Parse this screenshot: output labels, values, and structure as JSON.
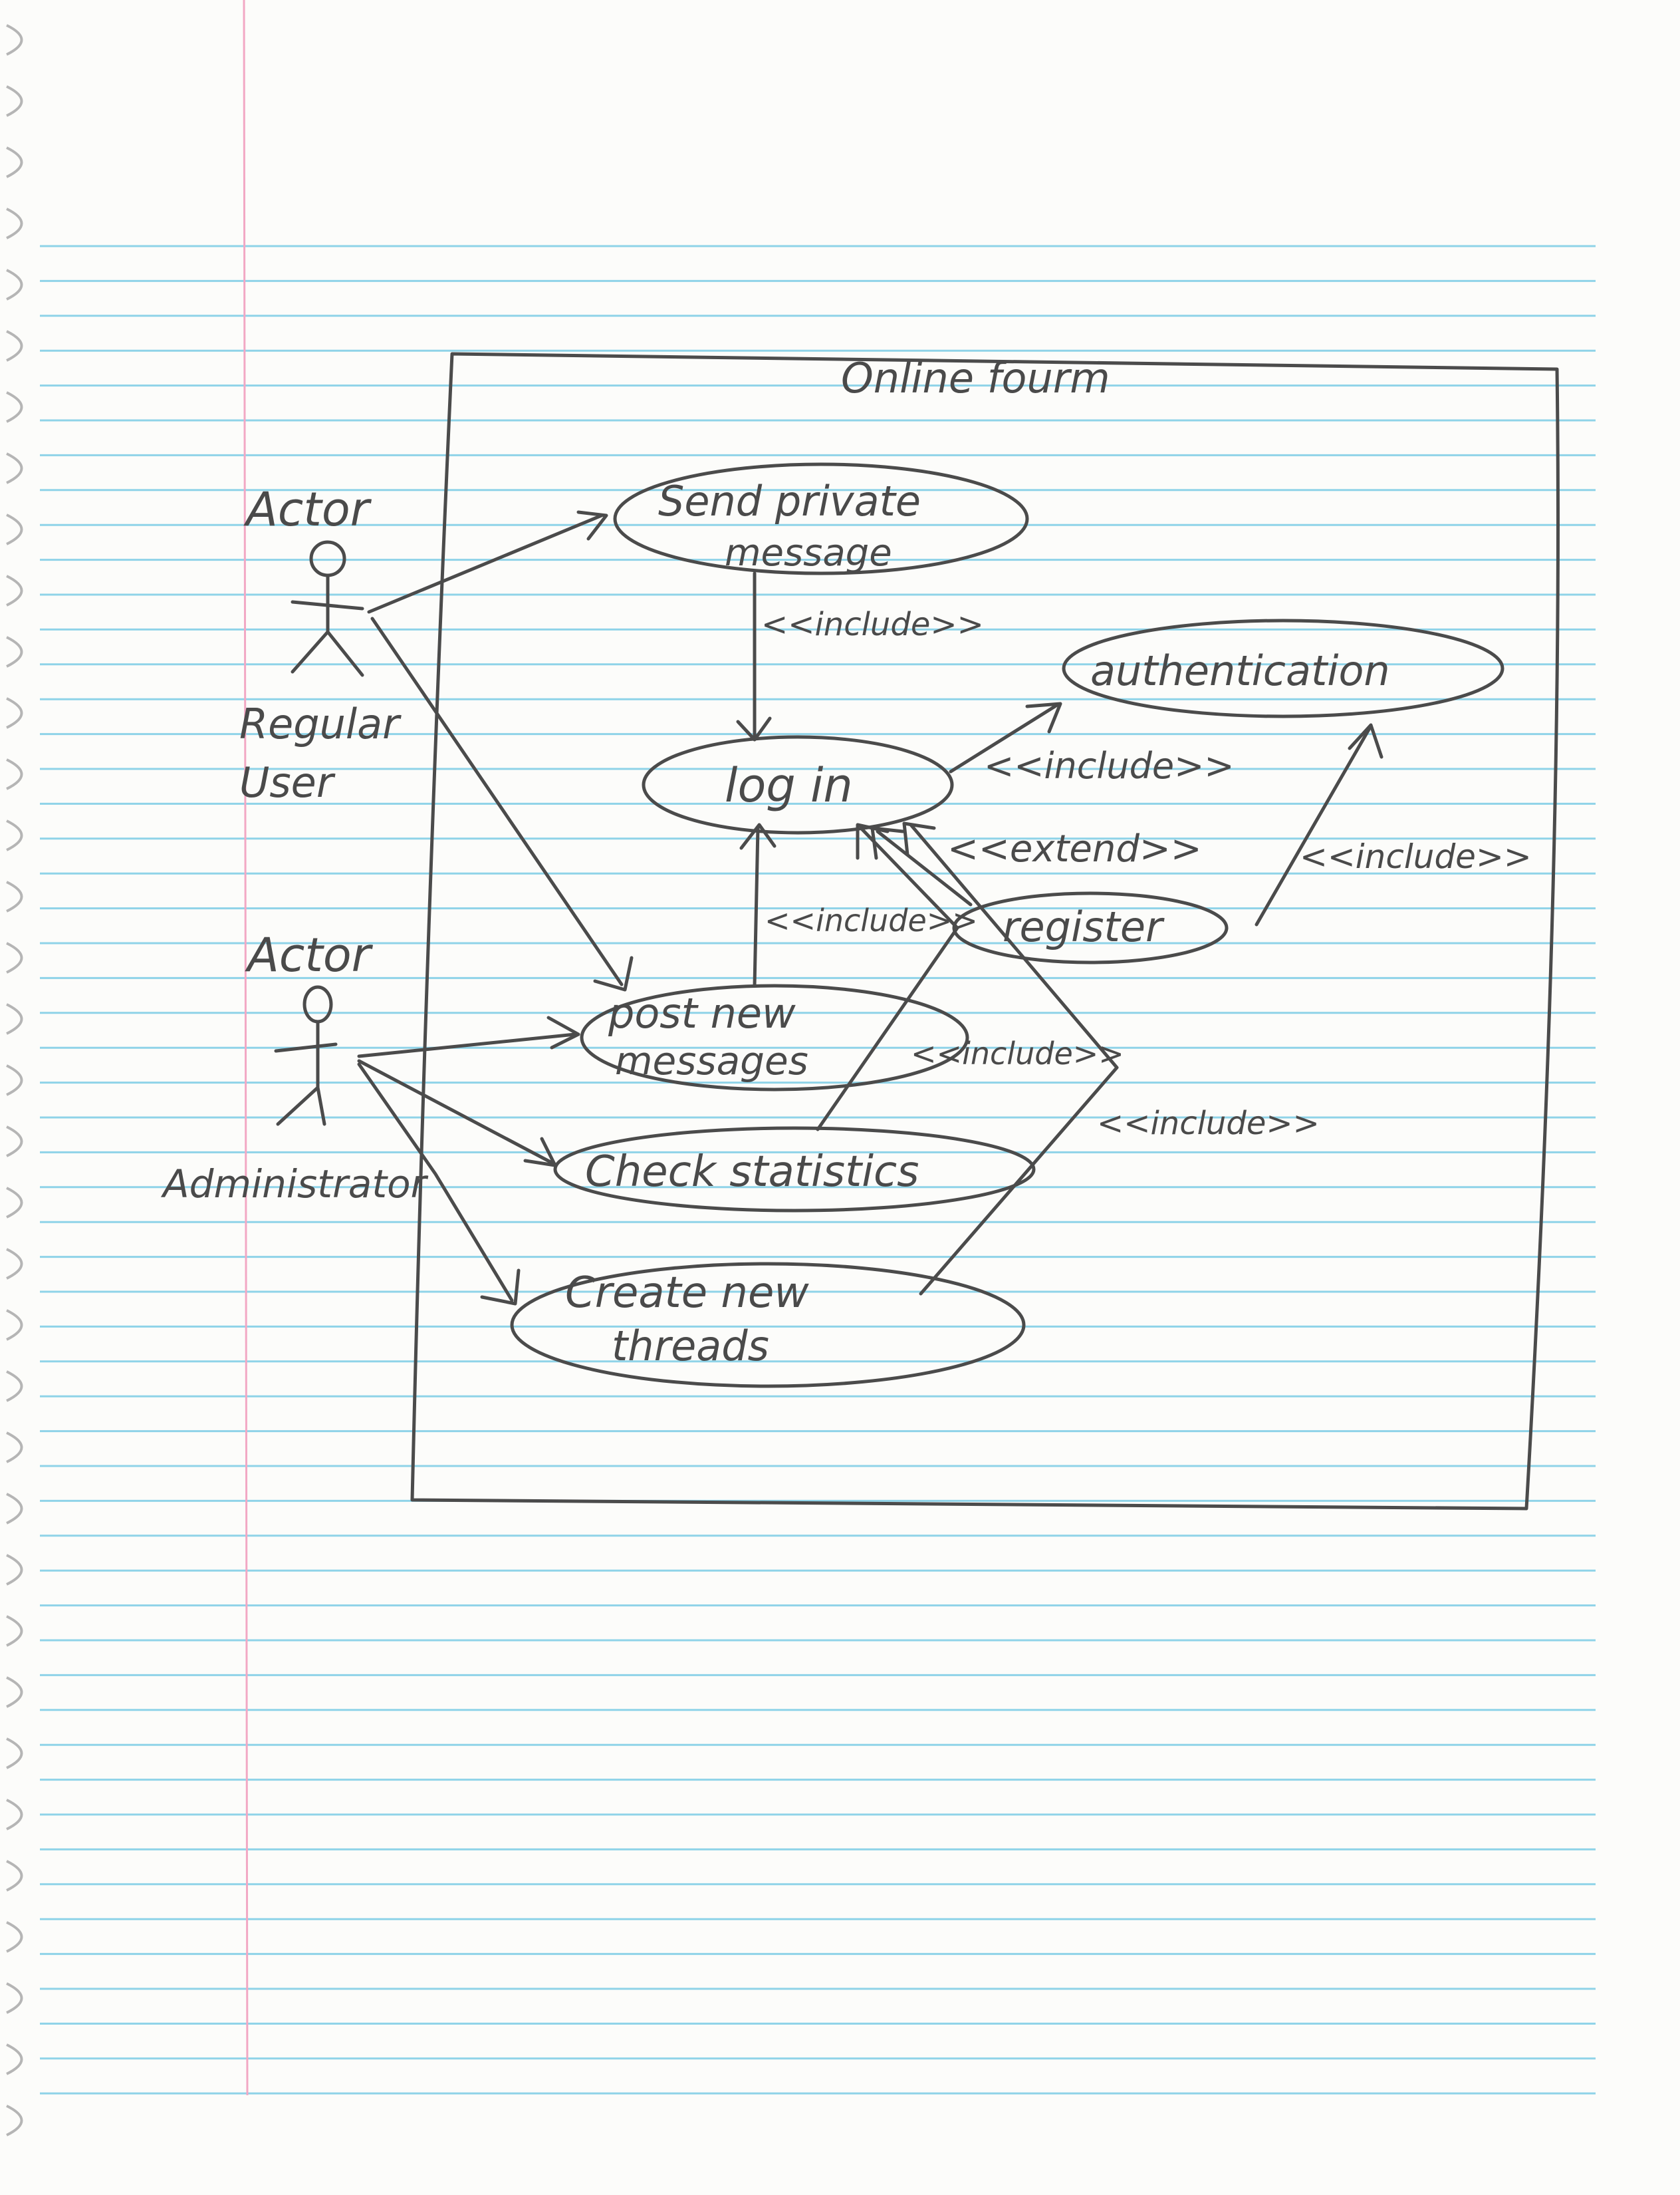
{
  "colors": {
    "paper": "#fcfcfa",
    "rule_line": "#8fd3e8",
    "margin_line": "#f2a8c4",
    "pencil": "#4b4b4b"
  },
  "system": {
    "title": "Online fourm"
  },
  "actors": [
    {
      "key": "regular",
      "heading": "Actor",
      "role": "Regular User"
    },
    {
      "key": "admin",
      "heading": "Actor",
      "role": "Administrator"
    }
  ],
  "use_cases": {
    "send_pm": {
      "line1": "Send private",
      "line2": "message"
    },
    "login": {
      "line1": "log in"
    },
    "auth": {
      "line1": "authentication"
    },
    "register": {
      "line1": "register"
    },
    "post": {
      "line1": "post new",
      "line2": "messages"
    },
    "stats": {
      "line1": "Check statistics"
    },
    "threads": {
      "line1": "Create new",
      "line2": "threads"
    }
  },
  "relations": {
    "pm_login": "<<include>>",
    "login_auth": "<<include>>",
    "register_login": "<<extend>>",
    "register_auth": "<<include>>",
    "post_login": "<<include>>",
    "stats_login": "<<include>>",
    "threads_login": "<<include>>"
  }
}
